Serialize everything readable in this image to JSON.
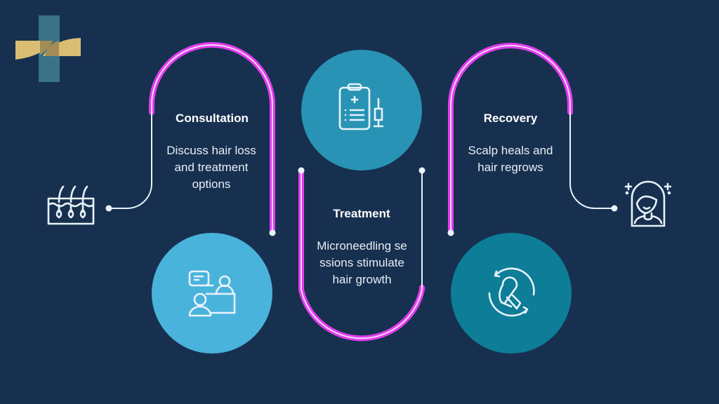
{
  "logo": {
    "name": "medical-cross-logo",
    "colors": {
      "vertical": "#3a7287",
      "horizontal": "#d8bd73",
      "overlap": "#a38c55"
    }
  },
  "colors": {
    "background": "#17304f",
    "neon": "#e23cf0",
    "line": "#e8f3fa",
    "circle_consultation": "#4ab3dc",
    "circle_treatment": "#2893b4",
    "circle_recovery": "#0e7d97"
  },
  "steps": [
    {
      "title": "Consultation",
      "description": "Discuss hair loss and treatment options",
      "icon": "doctor-consultation-icon"
    },
    {
      "title": "Treatment",
      "description": "Microneedling sessions stimulate hair growth",
      "icon": "clipboard-syringe-icon"
    },
    {
      "title": "Recovery",
      "description": "Scalp heals and hair regrows",
      "icon": "ribbon-cycle-icon"
    }
  ],
  "start_icon": "hair-follicle-icon",
  "end_icon": "woman-portrait-icon"
}
